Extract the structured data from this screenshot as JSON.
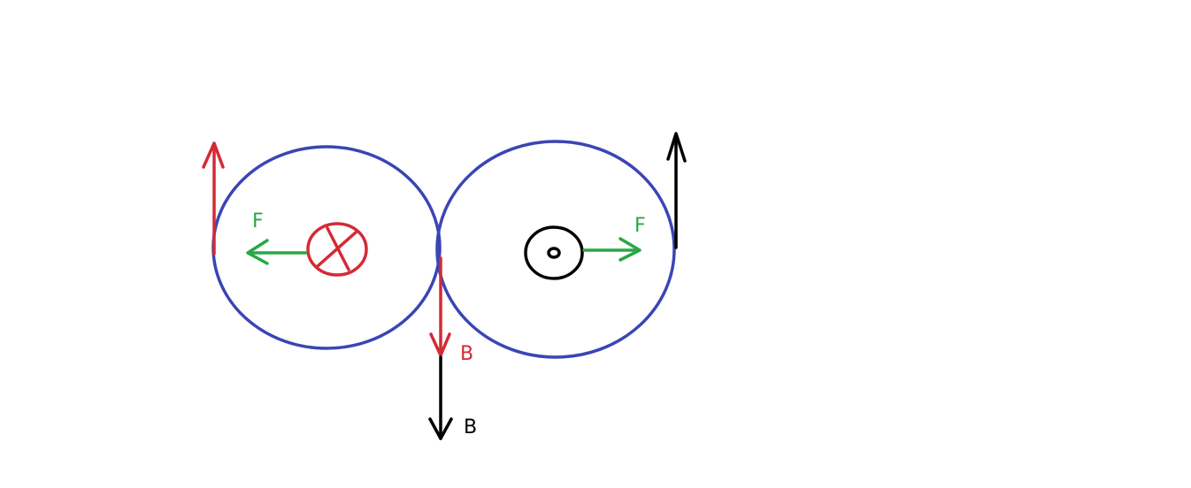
{
  "labels": {
    "force_left": "F",
    "force_right": "F",
    "field_red": "B",
    "field_black": "B"
  },
  "symbols": {
    "left_current": "into-page-cross",
    "right_current": "out-of-page-dot"
  },
  "colors": {
    "field_line": "#3a45b5",
    "left_wire": "#d42a35",
    "right_wire": "#000000",
    "force": "#27a845",
    "background": "#ffffff"
  }
}
